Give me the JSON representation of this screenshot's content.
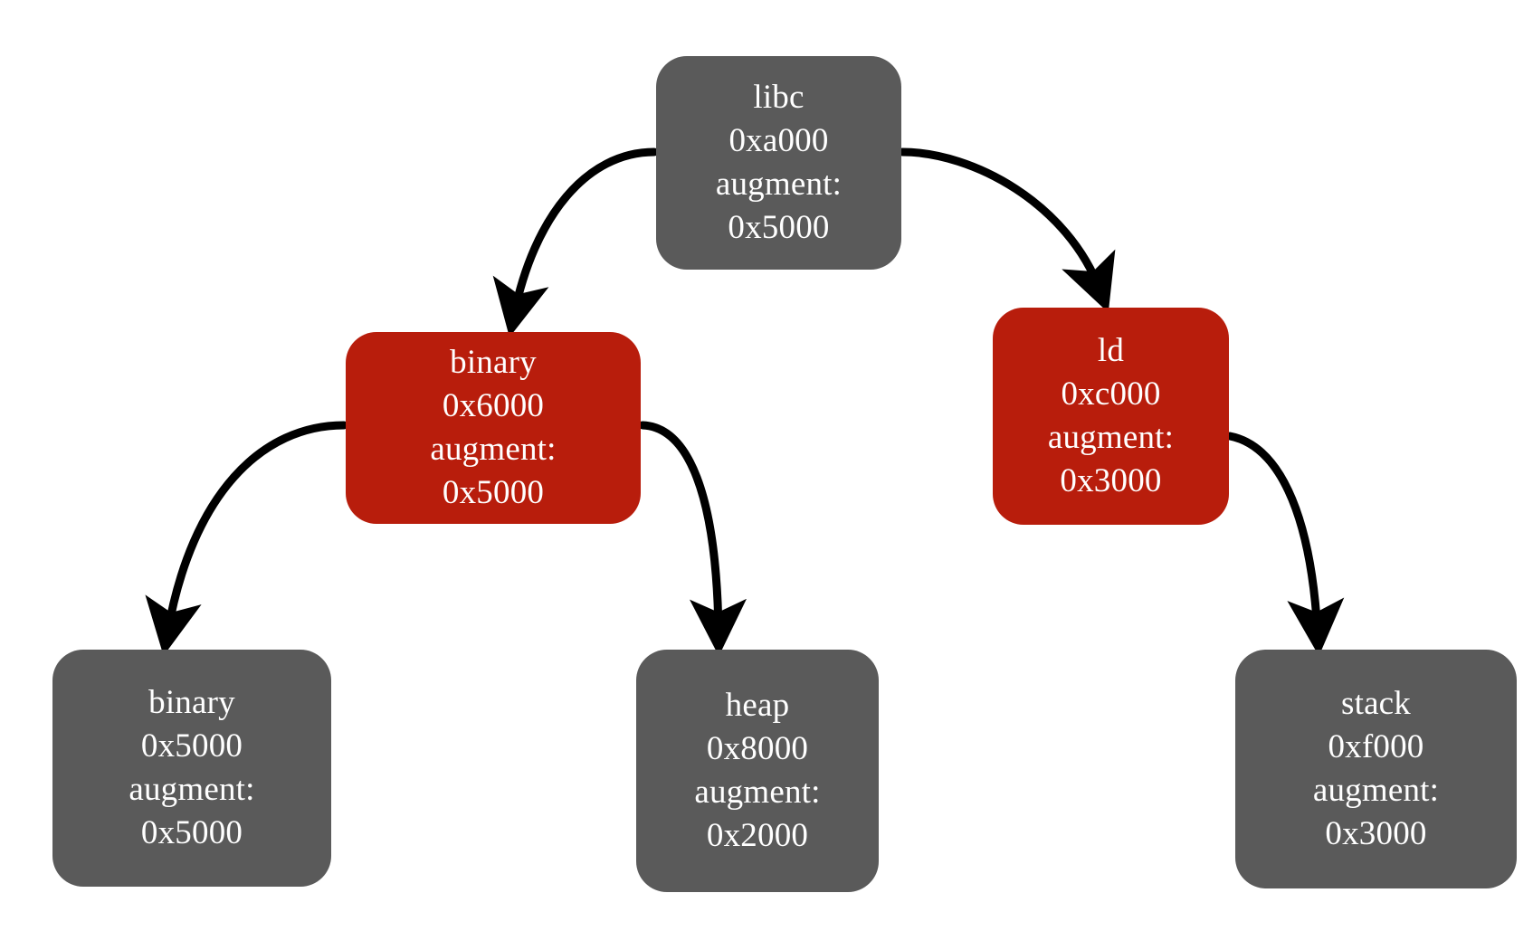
{
  "diagram": {
    "type": "interval-tree",
    "background_color": "#ffffff",
    "node_gray_color": "#5a5a5a",
    "node_red_color": "#b81d0c",
    "edge_color": "#000000",
    "nodes": [
      {
        "id": "libc",
        "name": "libc",
        "address": "0xa000",
        "augment_label": "augment:",
        "augment": "0x5000",
        "color": "gray",
        "level": 0
      },
      {
        "id": "binary-6000",
        "name": "binary",
        "address": "0x6000",
        "augment_label": "augment:",
        "augment": "0x5000",
        "color": "red",
        "level": 1
      },
      {
        "id": "ld",
        "name": "ld",
        "address": "0xc000",
        "augment_label": "augment:",
        "augment": "0x3000",
        "color": "red",
        "level": 1
      },
      {
        "id": "binary-5000",
        "name": "binary",
        "address": "0x5000",
        "augment_label": "augment:",
        "augment": "0x5000",
        "color": "gray",
        "level": 2
      },
      {
        "id": "heap",
        "name": "heap",
        "address": "0x8000",
        "augment_label": "augment:",
        "augment": "0x2000",
        "color": "gray",
        "level": 2
      },
      {
        "id": "stack",
        "name": "stack",
        "address": "0xf000",
        "augment_label": "augment:",
        "augment": "0x3000",
        "color": "gray",
        "level": 2
      }
    ],
    "edges": [
      {
        "from": "libc",
        "to": "binary-6000"
      },
      {
        "from": "libc",
        "to": "ld"
      },
      {
        "from": "binary-6000",
        "to": "binary-5000"
      },
      {
        "from": "binary-6000",
        "to": "heap"
      },
      {
        "from": "ld",
        "to": "stack"
      }
    ]
  }
}
